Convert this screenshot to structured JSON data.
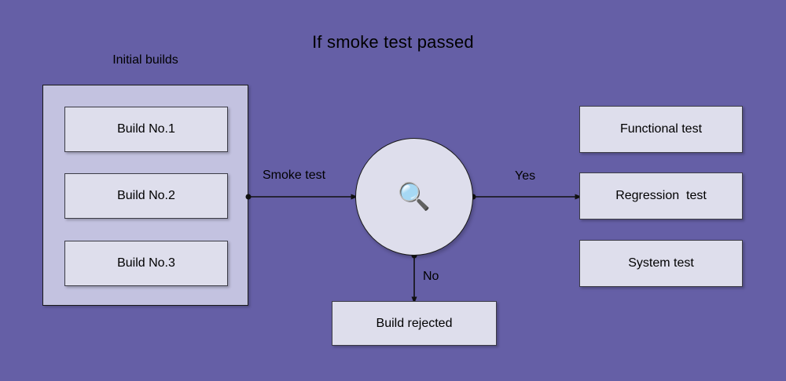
{
  "diagram": {
    "title": "If smoke test passed",
    "background_color": "#655fa6",
    "container_color": "#c3c2e0",
    "box_color": "#dedeec",
    "border_color": "#1a1a1a",
    "text_color": "#000000"
  },
  "left_group": {
    "label": "Initial builds",
    "builds": [
      {
        "label": "Build No.1"
      },
      {
        "label": "Build No.2"
      },
      {
        "label": "Build No.3"
      }
    ]
  },
  "decision": {
    "icon": "magnifying-glass-icon",
    "glyph": "🔍"
  },
  "edges": [
    {
      "label": "Smoke test",
      "from": "initial-builds",
      "to": "decision"
    },
    {
      "label": "Yes",
      "from": "decision",
      "to": "regression-test"
    },
    {
      "label": "No",
      "from": "decision",
      "to": "build-rejected"
    }
  ],
  "right_group": {
    "tests": [
      {
        "label": "Functional test"
      },
      {
        "label": "Regression  test"
      },
      {
        "label": "System test"
      }
    ]
  },
  "rejected": {
    "label": "Build rejected"
  }
}
